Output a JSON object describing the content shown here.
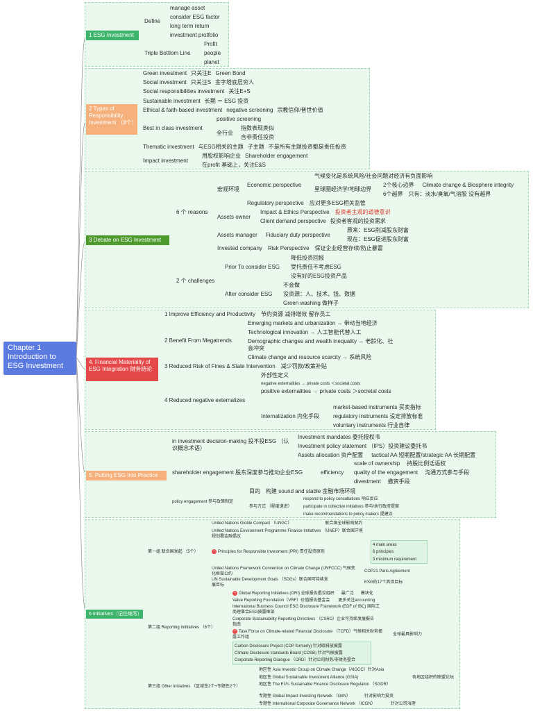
{
  "root": {
    "label": "Chapter 1\nIntroduction to\nESG Investment"
  },
  "s1": {
    "title": "1 ESG Investment",
    "define": "Define",
    "define_items": [
      "manage asset",
      "consider ESG factor",
      "long term return",
      "investment protfolio"
    ],
    "tbl": "Triple Bottlom Line",
    "tbl_items": [
      "Profit",
      "people",
      "planet"
    ]
  },
  "s2": {
    "title": "2 Types of Responsibility Investment （8个）",
    "green": "Green investment",
    "green_a": "只关注E",
    "green_b": "Green Bond",
    "social": "Social investment",
    "social_a": "只关注S",
    "social_b": "金字塔底层穷人",
    "sr": "Social responsibilities investment",
    "sr_a": "关注E+S",
    "sust": "Sustainable investment",
    "sust_a": "长期 ＝ ESG 投资",
    "faith": "Ethical & faith-based investment",
    "faith_a": "negative screening",
    "faith_b": "宗教信仰/普世价值",
    "bic": "Best in class investment",
    "bic_pos": "positive screening",
    "bic_all": "全行业",
    "bic_all_a": "指数表现类似",
    "bic_all_b": "含非责任投资",
    "them": "Thematic investment",
    "them_a": "与ESG相关的主题",
    "them_b": "子主题",
    "them_c": "不是所有主题投资都是责任投资",
    "impact": "Impact investment",
    "impact_a": "用股权影响企业",
    "impact_b": "Shareholder engagement",
    "impact_c": "在profit 基础上，关注E&S"
  },
  "s3": {
    "title": "3 Debate on ESG Investment",
    "reasons": "6 个 reasons",
    "macro": "宏观环境",
    "econ": "Economic perspective",
    "econ_a": "气候变化是系统风险/社会问题对经济有负面影响",
    "econ_b": "星球圈经济学/地球边界",
    "econ_b1": "2个核心边界",
    "econ_b1a": "Climate change & Biosphere integrity",
    "econ_b2": "6个越界",
    "econ_b2a": "只有：淡水/臭氧/气溶胶 没有越界",
    "reg": "Regulatory perspective",
    "reg_a": "应对更多ESG相关监管",
    "owner": "Assets owner",
    "owner_a": "Impact & Ethics Perspective",
    "owner_a1": "投资者主观的道德意识",
    "owner_b": "Client demand perspective",
    "owner_b1": "投资者客观的投资需求",
    "mgr": "Assets manager",
    "mgr_a": "Fiduciary duty perspective",
    "mgr_a1": "原来：ESG削减股东财富",
    "mgr_a2": "现在：ESG促进股东财富",
    "invco": "Invested company",
    "invco_a": "Risk Perspective",
    "invco_b": "保证企业经营存续/防止暴雷",
    "chal": "2 个 challenges",
    "prior": "Prior To consider ESG",
    "prior_items": [
      "降低投资回报",
      "受托责任不考虑ESG",
      "没有好的ESG投资产品"
    ],
    "after": "After consider ESG",
    "after_items": [
      "不会做",
      "没资源：人、技术、钱、数据",
      "Green washing 做样子"
    ]
  },
  "s4": {
    "title": "4. Financial Materiality of ESG Integration 财务结论",
    "b1": "1 Improve Efficiency and Productivity",
    "b1_a": "节约资源 减排增效 留存员工",
    "b2": "2 Benefit From Megatrends",
    "b2_items": [
      "Emerging markets and urbanization → 带动当地经济",
      "Technological innovation → 人工智能代替人工",
      "Demographic changes and wealth inequality → 老龄化、社会冲突",
      "Climate change and resource scarcity → 系统风险"
    ],
    "b3": "3 Reduced Risk of Fines & State Intervention",
    "b3_a": "减少罚款/政策补贴",
    "b4": "4 Reduced negative externalizes",
    "b4_a": "外部性定义",
    "b4_b": "negative externalities → private costs ＜societal costs",
    "b4_c": "positive externalities → private costs ＞societal costs",
    "b4_int": "Internalization 内化手段",
    "b4_int_items": [
      "market-based instruments 买卖指标",
      "regulatory instruments 设定排放标准",
      "voluntary instruments 行业自律"
    ]
  },
  "s5": {
    "title": "5. Putting ESG Into Practice",
    "idm": "in investment decision-making 投不投ESG （认识概念术语）",
    "idm_items": [
      "Investment mandates 委托授权书",
      "Investment policy statement （IPS）投资建议委托书"
    ],
    "aa": "Assets allocation 资产配置",
    "aa_a": "tactical AA 短期配置/strategic AA 长期配置",
    "se": "shareholder engagement 股东深度参与推动企业ESG",
    "eff": "efficiency",
    "eff_a": "scale of ownership",
    "eff_a1": "持股比例话语权",
    "eff_b": "quality of the engagement",
    "eff_b1": "沟通方式参与手段",
    "eff_c": "divestment",
    "eff_c1": "撤资手段",
    "pe": "policy engagement 参与政策制定",
    "pe_goal": "目的",
    "pe_goal_a": "构建 sound and stable 金融市场环境",
    "pe_how": "参与方式 （程度递进）",
    "pe_how_items": [
      "respond to policy consultations 响应反应",
      "participate in collective initiatives 参与/执行政府提案",
      "make recommendations to policy makers 提建议"
    ]
  },
  "s6": {
    "title": "6 Initiatives（记住缩写）",
    "g1": "第一组 联合国发起 （5个）",
    "g1_items": [
      {
        "a": "United Nations Globle Compact （UNGC）",
        "b": "联合国全球影响契约"
      },
      {
        "a": "United Nations Environment Programme Finance Initiatives （UNEP）联合国环境规划署金融倡议",
        "b": ""
      },
      {
        "a": "Principles for Responsible Investment (PRI) 责任投资原则",
        "b": ""
      },
      {
        "a": "United Nations Framework Convention on Climate Change (UNFCCC) 气候变化框架公约",
        "b": "COP21 Paris Agreement"
      },
      {
        "a": "UN Sustainable Development Goals （SDGs）联合国可持续发展目标",
        "b": "ESG的17个具体目标"
      }
    ],
    "pri_items": [
      "4 main areas",
      "6 principles",
      "3 minimum requirement"
    ],
    "g2": "第二组 Reporting Inititatives （6个）",
    "gri": "Global Reporting Initiatives (GRI) 全球报告倡议组织",
    "gri_a": "最广泛",
    "gri_b": "模块化",
    "vrf": "Value Reporting Foundation（VRF）价值报告基金会",
    "vrf_a": "更多关注accounting",
    "ibc": "International Business Council ESG Disclosure Framework (EDF of IBC) 国际工商理事会ESG披露框架",
    "csrd": "Corporate Sustainability Reporting Directives （CSRD）企业可持续发展报告指南",
    "tcfd": "Task Force on Climate-related Financial Disclosure （TCFD）气候相关财务披露工作组",
    "tcfd_a": "全球最具影响力",
    "cdp": "Carbon Disclosure Project (CDP formerly) 针对碳排放披露",
    "cdsb": "Climate Disclosure standards Board (CDSB) 针对气候披露",
    "crd": "Corporate Reporting Dialogue （CRD）针对公司财务/非财务整合",
    "g3": "第三组 Other Initiatives （区域性2个+专题性2个）",
    "g3_items": [
      "地区性 Asia Investor Group on Climate Change（AIGCC）针对Asia",
      "地区性 Global Sustainable Investment Alliance (GSIA)",
      "地区性 The EU's Sustainable Finance Disclosure Regulaton （SGDR）",
      "专题性 Global Impact Investing Network （GIIN）",
      "专题性 International Corporate Governance Network （ICGN）"
    ],
    "g3_side": "各地区组织的联盟论坛",
    "giin_a": "针对影响力投资",
    "icgn_a": "针对公司治理"
  },
  "colors": {
    "root": "#5b7be0",
    "green_node": "#3db36b",
    "orange_node": "#f5b07b",
    "olive_node": "#4e9a2d",
    "red_node": "#e54848",
    "panel": "#eaf8ee"
  }
}
